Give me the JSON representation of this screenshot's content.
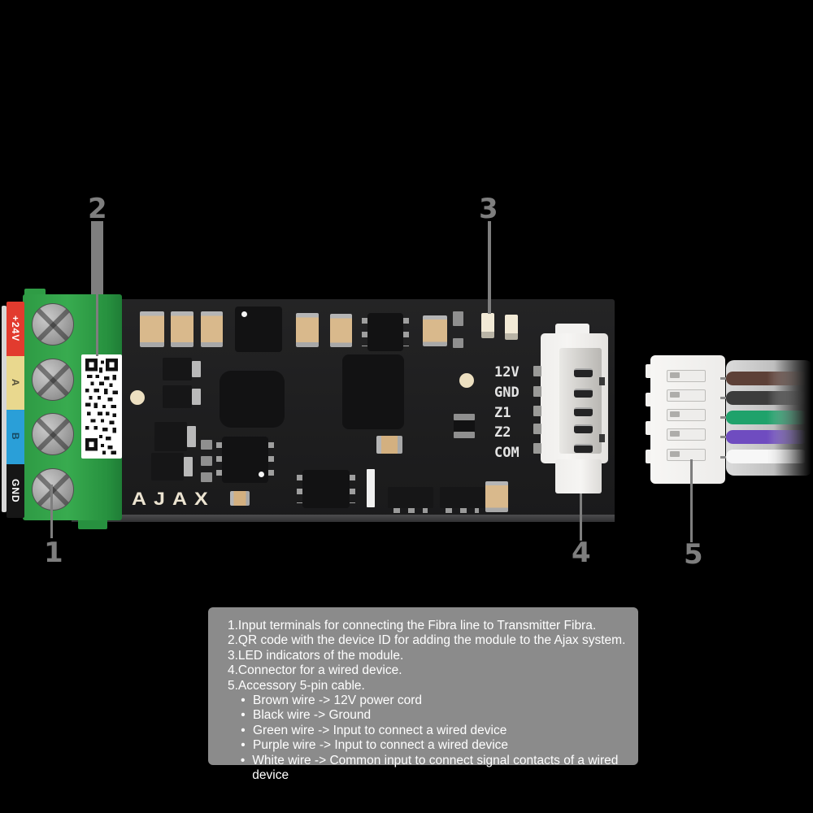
{
  "device": {
    "logo": "AJAX",
    "silkscreen_labels": [
      "12V",
      "GND",
      "Z1",
      "Z2",
      "COM"
    ],
    "terminal_labels": [
      {
        "label": "+24V",
        "bg": "#e23b2e",
        "fg": "#ffffff"
      },
      {
        "label": "A",
        "bg": "#e9d88e",
        "fg": "#55503a"
      },
      {
        "label": "B",
        "bg": "#2a9fd8",
        "fg": "#174a63"
      },
      {
        "label": "GND",
        "bg": "#161616",
        "fg": "#ffffff"
      }
    ]
  },
  "cable": {
    "wires": [
      {
        "name": "brown",
        "hex": "#5d4037"
      },
      {
        "name": "black",
        "hex": "#3c3c3c"
      },
      {
        "name": "green",
        "hex": "#1fa26b"
      },
      {
        "name": "purple",
        "hex": "#6f4cc0"
      },
      {
        "name": "white",
        "hex": "#f7f7f7"
      }
    ]
  },
  "callouts": [
    {
      "num": "1"
    },
    {
      "num": "2"
    },
    {
      "num": "3"
    },
    {
      "num": "4"
    },
    {
      "num": "5"
    }
  ],
  "annotations": {
    "bullet": "•",
    "items": [
      "1.Input terminals for connecting the Fibra line to Transmitter Fibra.",
      "2.QR code with the device ID for adding the module to the Ajax system.",
      "3.LED indicators of the module.",
      "4.Connector for a wired device.",
      "5.Accessory 5-pin cable."
    ],
    "bullets": [
      "Brown wire -> 12V power cord",
      "Black wire -> Ground",
      "Green wire -> Input to connect a wired device",
      "Purple wire -> Input to connect a wired device",
      "White wire -> Common input to connect signal contacts of a wired device"
    ]
  },
  "colors": {
    "background": "#000000",
    "pcb": "#1e1e1f",
    "terminal_green": "#32a24a",
    "annotation_bg": "#8b8b8b",
    "callout_gray": "#7e7e7e",
    "connector_white": "#f3f2f0"
  }
}
